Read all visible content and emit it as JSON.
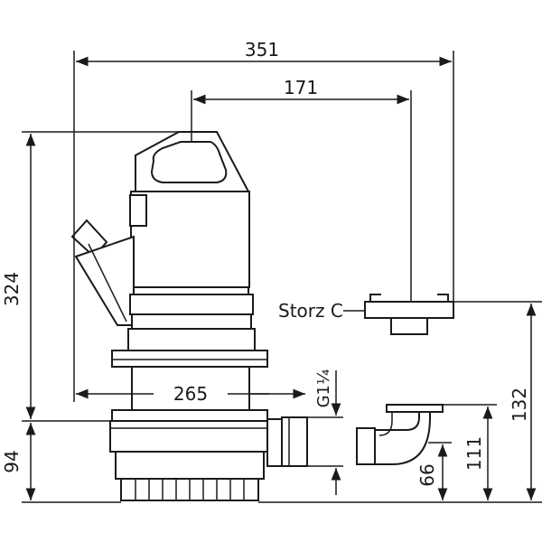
{
  "dimensions": {
    "overall_width": "351",
    "outlet_offset": "171",
    "total_height": "324",
    "base_width": "265",
    "base_height": "94",
    "storz_height": "132",
    "elbow_height": "111",
    "thread_height": "66"
  },
  "labels": {
    "storz": "Storz C",
    "thread": "G1¼"
  },
  "colors": {
    "line": "#1a1a1a",
    "background": "#ffffff"
  }
}
